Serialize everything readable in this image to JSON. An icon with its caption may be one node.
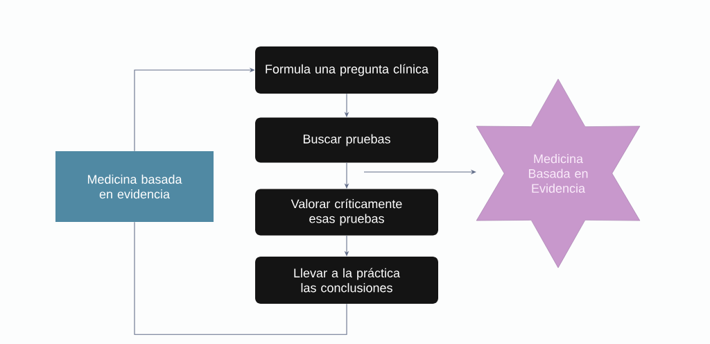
{
  "diagram": {
    "nodes": [
      {
        "text": [
          "Medicina basada en evidencia"
        ]
      },
      {
        "text": [
          "Formula una pregunta clínica"
        ]
      },
      {
        "text": [
          "Buscar pruebas"
        ]
      },
      {
        "text": [
          "Valorar críticamente esas pruebas"
        ]
      },
      {
        "text": [
          "Llevar a la práctica las conclusiones"
        ]
      },
      {
        "text": [
          "Medicina Basada en Evidencia"
        ]
      }
    ],
    "edges": [
      {
        "from": 0,
        "to": 1,
        "arrow": "to"
      },
      {
        "from": 1,
        "to": 2,
        "arrow": "to"
      },
      {
        "from": 2,
        "to": 3,
        "arrow": "to"
      },
      {
        "from": 3,
        "to": 4,
        "arrow": "to"
      },
      {
        "from": 4,
        "to": 0,
        "arrow": "none"
      },
      {
        "from": null,
        "to": 5,
        "arrow": "to"
      }
    ]
  }
}
